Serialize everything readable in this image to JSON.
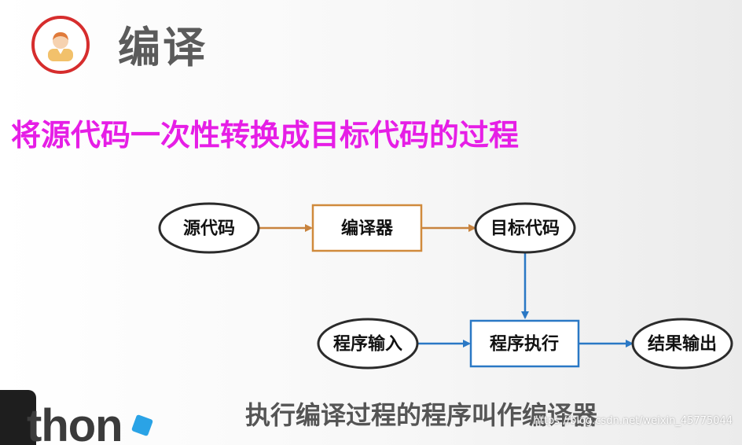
{
  "header": {
    "title": "编译",
    "avatar_icon": "user-avatar-icon",
    "ring_color": "#d62d2d"
  },
  "subtitle": "将源代码一次性转换成目标代码的过程",
  "diagram": {
    "nodes": {
      "source": "源代码",
      "compiler": "编译器",
      "target": "目标代码",
      "input": "程序输入",
      "execute": "程序执行",
      "output": "结果输出"
    },
    "colors": {
      "compiler_border": "#d08a3c",
      "execute_border": "#2a78c5",
      "orange_arrow": "#c8833e",
      "blue_arrow": "#2a78c5",
      "ellipse_border": "#2b2b2b"
    }
  },
  "caption": "执行编译过程的程序叫作编译器",
  "watermark": "https://blog.csdn.net/weixin_45775044",
  "logo": {
    "text": "thon"
  }
}
